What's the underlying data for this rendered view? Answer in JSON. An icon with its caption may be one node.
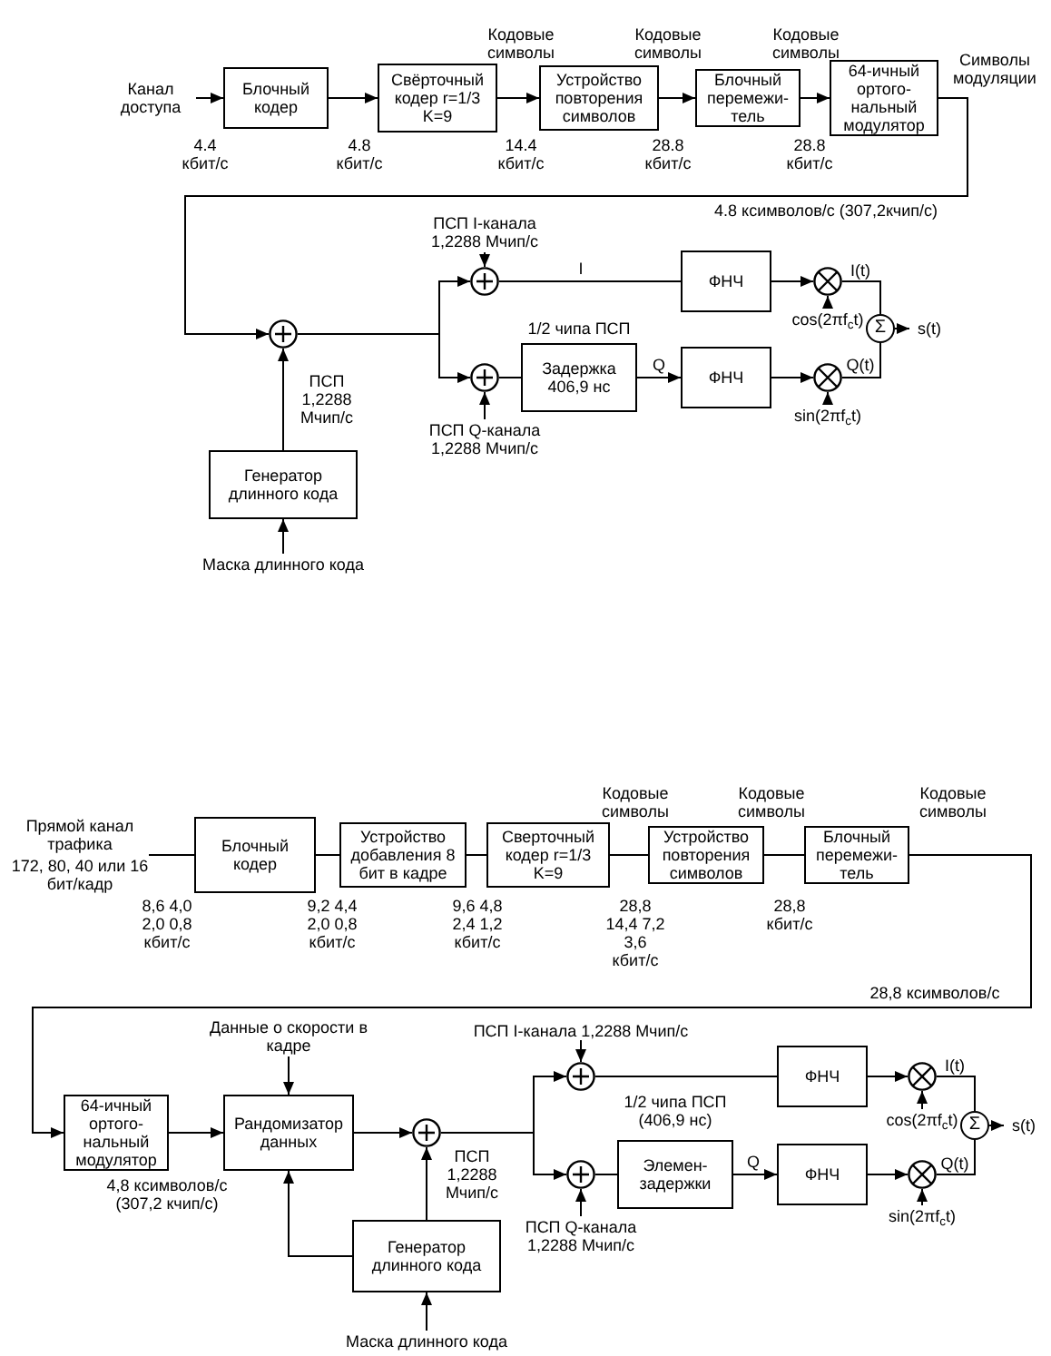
{
  "diagram": {
    "nodes": [
      {
        "text": [
          "Канал доступа"
        ]
      },
      {
        "text": [
          "Блочный кодер"
        ]
      },
      {
        "text": [
          "Свёрточный кодер r=1/3 K=9"
        ]
      },
      {
        "text": [
          "Устройство повторения символов"
        ]
      },
      {
        "text": [
          "Блочный перемежи-тель"
        ]
      },
      {
        "text": [
          "64-ичный ортого-нальный модулятор"
        ]
      },
      {
        "text": [],
        "shape": "circle"
      },
      {
        "text": [
          "Генератор длинного кода"
        ]
      },
      {
        "text": [
          "Маска длинного кода"
        ]
      },
      {
        "text": [],
        "shape": "circle"
      },
      {
        "text": [],
        "shape": "circle"
      },
      {
        "text": [
          "ПСП I-канала 1,2288 Мчип/с"
        ]
      },
      {
        "text": [
          "ПСП Q-канала 1,2288 Мчип/с"
        ]
      },
      {
        "text": [
          "Задержка 406,9 нс"
        ],
        "beside": [
          "1/2 чипа ПСП"
        ]
      },
      {
        "text": [
          "ФНЧ"
        ]
      },
      {
        "text": [
          "ФНЧ"
        ]
      },
      {
        "text": [],
        "shape": "circle"
      },
      {
        "text": [],
        "shape": "circle"
      },
      {
        "text": [
          "cos(2πf$_{c}$t)"
        ]
      },
      {
        "text": [
          "sin(2πf$_{c}$t)"
        ]
      },
      {
        "text": [
          "Σ"
        ]
      },
      {
        "text": [
          "s(t)"
        ]
      },
      {
        "text": [
          "Прямой канал трафика",
          "172, 80, 40 или 16 бит/кадр"
        ]
      },
      {
        "text": [
          "Блочный кодер"
        ]
      },
      {
        "text": [
          "Устройство добавления 8 бит в кадре"
        ]
      },
      {
        "text": [
          "Сверточный кодер r=1/3 K=9"
        ]
      },
      {
        "text": [
          "Устройство повторения символов"
        ]
      },
      {
        "text": [
          "Блочный перемежи-тель"
        ]
      },
      {
        "text": [
          "64-ичный ортого-нальный модулятор"
        ]
      },
      {
        "text": [
          "Рандомизатор данных"
        ]
      },
      {
        "text": [
          "Данные о скорости в кадре"
        ]
      },
      {
        "text": [],
        "shape": "circle"
      },
      {
        "text": [
          "Генератор длинного кода"
        ]
      },
      {
        "text": [
          "Маска длинного кода"
        ]
      },
      {
        "text": [],
        "shape": "circle"
      },
      {
        "text": [],
        "shape": "circle"
      },
      {
        "text": [
          "ПСП I-канала 1,2288 Мчип/с"
        ]
      },
      {
        "text": [
          "ПСП Q-канала 1,2288 Мчип/с"
        ]
      },
      {
        "text": [
          "Элемен- задержки"
        ],
        "beside": [
          "1/2 чипа ПСП (406,9 нс)"
        ]
      },
      {
        "text": [
          "ФНЧ"
        ]
      },
      {
        "text": [
          "ФНЧ"
        ]
      },
      {
        "text": [],
        "shape": "circle"
      },
      {
        "text": [],
        "shape": "circle"
      },
      {
        "text": [
          "cos(2πf$_{c}$t)"
        ]
      },
      {
        "text": [
          "sin(2πf$_{c}$t)"
        ]
      },
      {
        "text": [
          "Σ"
        ]
      },
      {
        "text": [
          "s(t)"
        ]
      }
    ],
    "edges": [
      {
        "from": 0,
        "to": 1,
        "arrow": "to"
      },
      {
        "from": 1,
        "to": 2,
        "arrow": "to"
      },
      {
        "from": 2,
        "to": 3,
        "arrow": "to"
      },
      {
        "from": 3,
        "to": 4,
        "arrow": "to"
      },
      {
        "from": 4,
        "to": 5,
        "arrow": "to"
      },
      {
        "from": 5,
        "to": 6,
        "arrow": "to"
      },
      {
        "from": 7,
        "to": 6,
        "arrow": "to"
      },
      {
        "from": 8,
        "to": 7,
        "arrow": "to"
      },
      {
        "from": 6,
        "to": 9,
        "arrow": "to"
      },
      {
        "from": 6,
        "to": 10,
        "arrow": "to"
      },
      {
        "from": 11,
        "to": 9,
        "arrow": "to"
      },
      {
        "from": 12,
        "to": 10,
        "arrow": "to"
      },
      {
        "from": 9,
        "to": 14,
        "arrow": "none",
        "label": "I"
      },
      {
        "from": 10,
        "to": 13,
        "arrow": "none"
      },
      {
        "from": 13,
        "to": 15,
        "arrow": "to",
        "label": "Q"
      },
      {
        "from": 14,
        "to": 16,
        "arrow": "to"
      },
      {
        "from": 15,
        "to": 17,
        "arrow": "to"
      },
      {
        "from": 18,
        "to": 16,
        "arrow": "to"
      },
      {
        "from": 19,
        "to": 17,
        "arrow": "to"
      },
      {
        "from": 16,
        "to": 20,
        "arrow": "none",
        "label": "I(t)"
      },
      {
        "from": 17,
        "to": 20,
        "arrow": "none",
        "label": "Q(t)"
      },
      {
        "from": 20,
        "to": 21,
        "arrow": "to"
      },
      {
        "from": 22,
        "to": 23,
        "arrow": "none"
      },
      {
        "from": 23,
        "to": 24,
        "arrow": "none"
      },
      {
        "from": 24,
        "to": 25,
        "arrow": "none"
      },
      {
        "from": 25,
        "to": 26,
        "arrow": "none"
      },
      {
        "from": 26,
        "to": 27,
        "arrow": "none"
      },
      {
        "from": 27,
        "to": 28,
        "arrow": "to"
      },
      {
        "from": 28,
        "to": 29,
        "arrow": "to"
      },
      {
        "from": 30,
        "to": 29,
        "arrow": "to"
      },
      {
        "from": 29,
        "to": 31,
        "arrow": "to"
      },
      {
        "from": 32,
        "to": 31,
        "arrow": "to"
      },
      {
        "from": 32,
        "to": 29,
        "arrow": "to"
      },
      {
        "from": 33,
        "to": 32,
        "arrow": "to"
      },
      {
        "from": 31,
        "to": 34,
        "arrow": "to"
      },
      {
        "from": 31,
        "to": 35,
        "arrow": "to"
      },
      {
        "from": 36,
        "to": 34,
        "arrow": "to"
      },
      {
        "from": 37,
        "to": 35,
        "arrow": "to"
      },
      {
        "from": 34,
        "to": 39,
        "arrow": "none"
      },
      {
        "from": 35,
        "to": 38,
        "arrow": "none"
      },
      {
        "from": 38,
        "to": 40,
        "arrow": "to",
        "label": "Q"
      },
      {
        "from": 39,
        "to": 41,
        "arrow": "to"
      },
      {
        "from": 40,
        "to": 42,
        "arrow": "to"
      },
      {
        "from": 43,
        "to": 41,
        "arrow": "to"
      },
      {
        "from": 44,
        "to": 42,
        "arrow": "to"
      },
      {
        "from": 41,
        "to": 45,
        "arrow": "none",
        "label": "I(t)"
      },
      {
        "from": 42,
        "to": 45,
        "arrow": "none",
        "label": "Q(t)"
      },
      {
        "from": 45,
        "to": 46,
        "arrow": "to"
      }
    ],
    "labels": [
      "Кодовые символы",
      "Кодовые символы",
      "Кодовые символы",
      "Символы модуляции",
      "4.4 кбит/с",
      "4.8 кбит/с",
      "14.4 кбит/с",
      "28.8 кбит/с",
      "28.8 кбит/с",
      "4.8 ксимволов/с (307,2кчип/с)",
      "ПСП 1,2288 Мчип/с",
      "Кодовые символы",
      "Кодовые символы",
      "Кодовые символы",
      "8,6 4,0 2,0 0,8 кбит/с",
      "9,2 4,4 2,0 0,8 кбит/с",
      "9,6 4,8 2,4 1,2 кбит/с",
      "28,8 14,4 7,2 3,6 кбит/с",
      "28,8 кбит/с",
      "28,8 ксимволов/с",
      "4,8 ксимволов/с (307,2 кчип/с)",
      "ПСП 1,2288 Мчип/с"
    ]
  }
}
